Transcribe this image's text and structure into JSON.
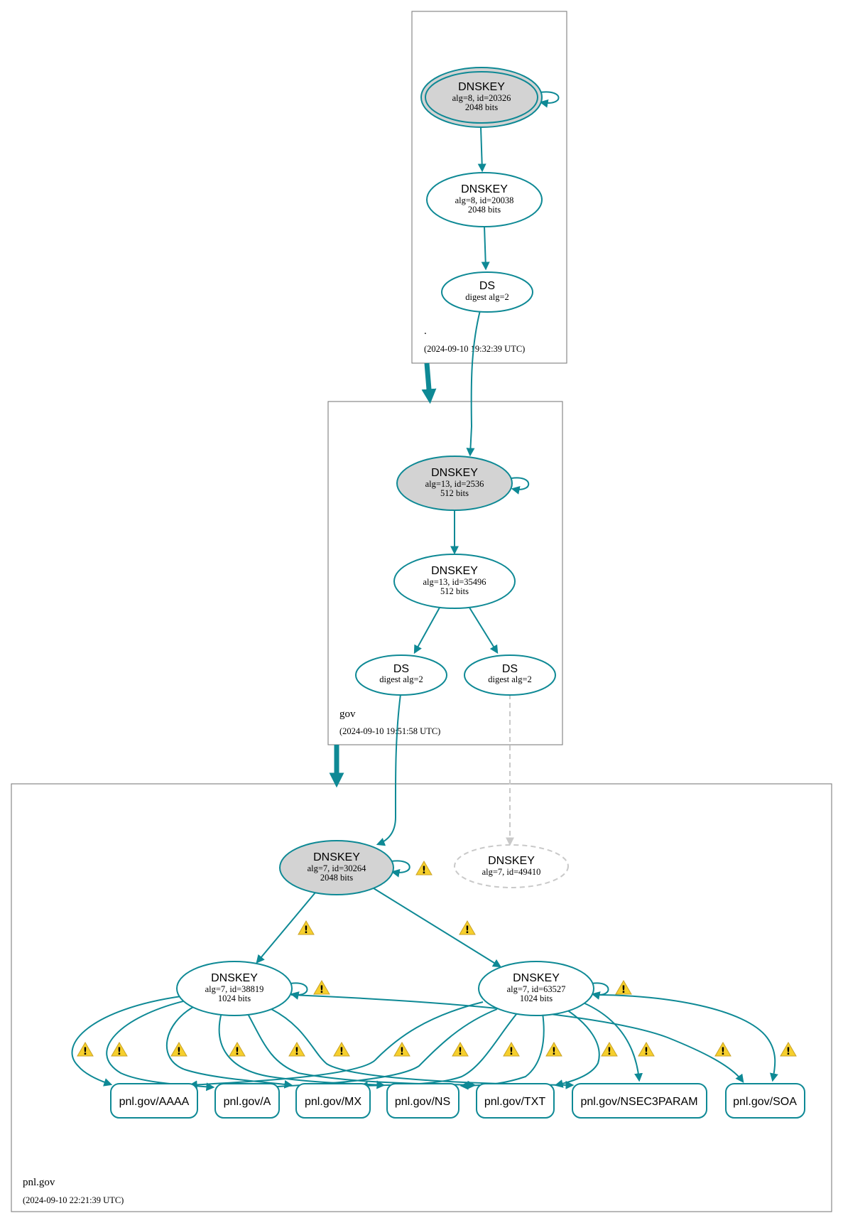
{
  "zones": {
    "root": {
      "name": ".",
      "time": "(2024-09-10 19:32:39 UTC)"
    },
    "gov": {
      "name": "gov",
      "time": "(2024-09-10 19:51:58 UTC)"
    },
    "pnl": {
      "name": "pnl.gov",
      "time": "(2024-09-10 22:21:39 UTC)"
    }
  },
  "nodes": {
    "root_ksk": {
      "title": "DNSKEY",
      "line1": "alg=8, id=20326",
      "line2": "2048 bits"
    },
    "root_zsk": {
      "title": "DNSKEY",
      "line1": "alg=8, id=20038",
      "line2": "2048 bits"
    },
    "root_ds": {
      "title": "DS",
      "line1": "digest alg=2"
    },
    "gov_ksk": {
      "title": "DNSKEY",
      "line1": "alg=13, id=2536",
      "line2": "512 bits"
    },
    "gov_zsk": {
      "title": "DNSKEY",
      "line1": "alg=13, id=35496",
      "line2": "512 bits"
    },
    "gov_ds1": {
      "title": "DS",
      "line1": "digest alg=2"
    },
    "gov_ds2": {
      "title": "DS",
      "line1": "digest alg=2"
    },
    "pnl_ksk": {
      "title": "DNSKEY",
      "line1": "alg=7, id=30264",
      "line2": "2048 bits"
    },
    "pnl_missing": {
      "title": "DNSKEY",
      "line1": "alg=7, id=49410"
    },
    "pnl_zsk1": {
      "title": "DNSKEY",
      "line1": "alg=7, id=38819",
      "line2": "1024 bits"
    },
    "pnl_zsk2": {
      "title": "DNSKEY",
      "line1": "alg=7, id=63527",
      "line2": "1024 bits"
    }
  },
  "rrsets": [
    "pnl.gov/AAAA",
    "pnl.gov/A",
    "pnl.gov/MX",
    "pnl.gov/NS",
    "pnl.gov/TXT",
    "pnl.gov/NSEC3PARAM",
    "pnl.gov/SOA"
  ],
  "colors": {
    "edge": "#0e8995",
    "trusted_fill": "#d3d3d3",
    "missing": "#c9c9c9",
    "warning": "#f6cf2c"
  },
  "icons": {
    "warning": "warning-icon"
  },
  "warning_symbol": "!"
}
